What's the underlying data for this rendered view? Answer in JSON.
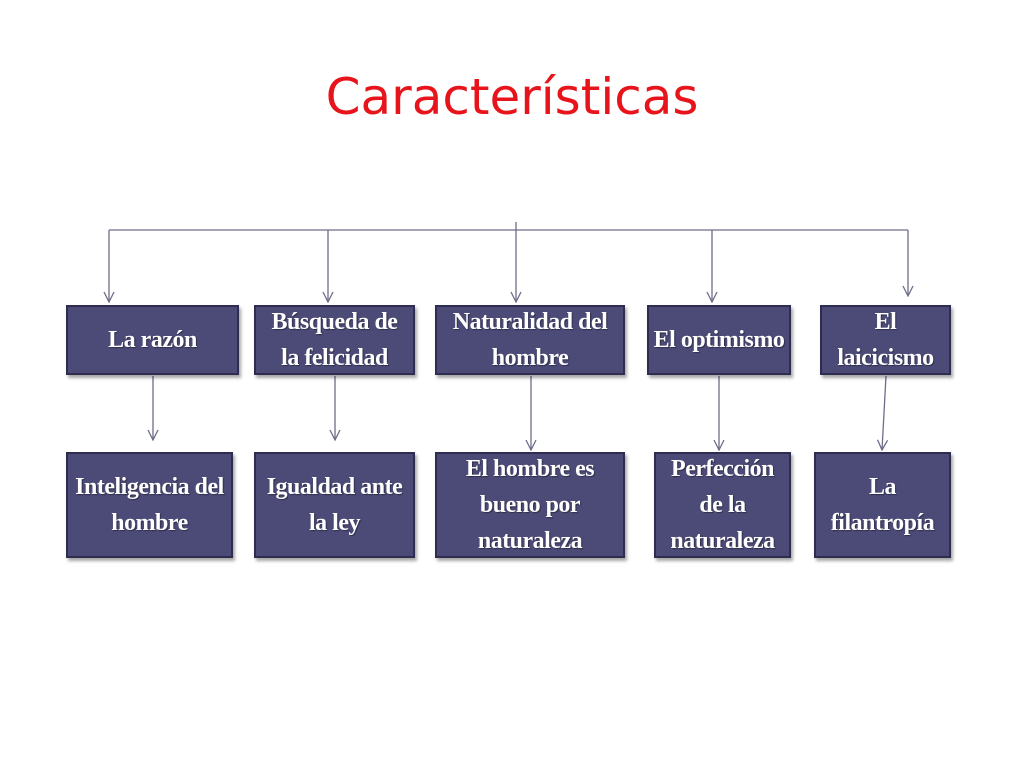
{
  "title": "Características",
  "colors": {
    "title": "#e8141c",
    "box_fill": "#4c4b78",
    "box_border": "#2e2d50",
    "connector": "#6d6d8a",
    "box_text": "#ffffff"
  },
  "diagram": {
    "top_row": [
      {
        "label": "La razón"
      },
      {
        "label": "Búsqueda de la felicidad"
      },
      {
        "label": "Naturalidad del hombre"
      },
      {
        "label": "El optimismo"
      },
      {
        "label": "El laicicismo"
      }
    ],
    "bottom_row": [
      {
        "label": "Inteligencia del hombre"
      },
      {
        "label": "Igualdad ante la ley"
      },
      {
        "label": "El hombre es bueno por naturaleza"
      },
      {
        "label": "Perfección de la naturaleza"
      },
      {
        "label": "La filantropía"
      }
    ]
  }
}
